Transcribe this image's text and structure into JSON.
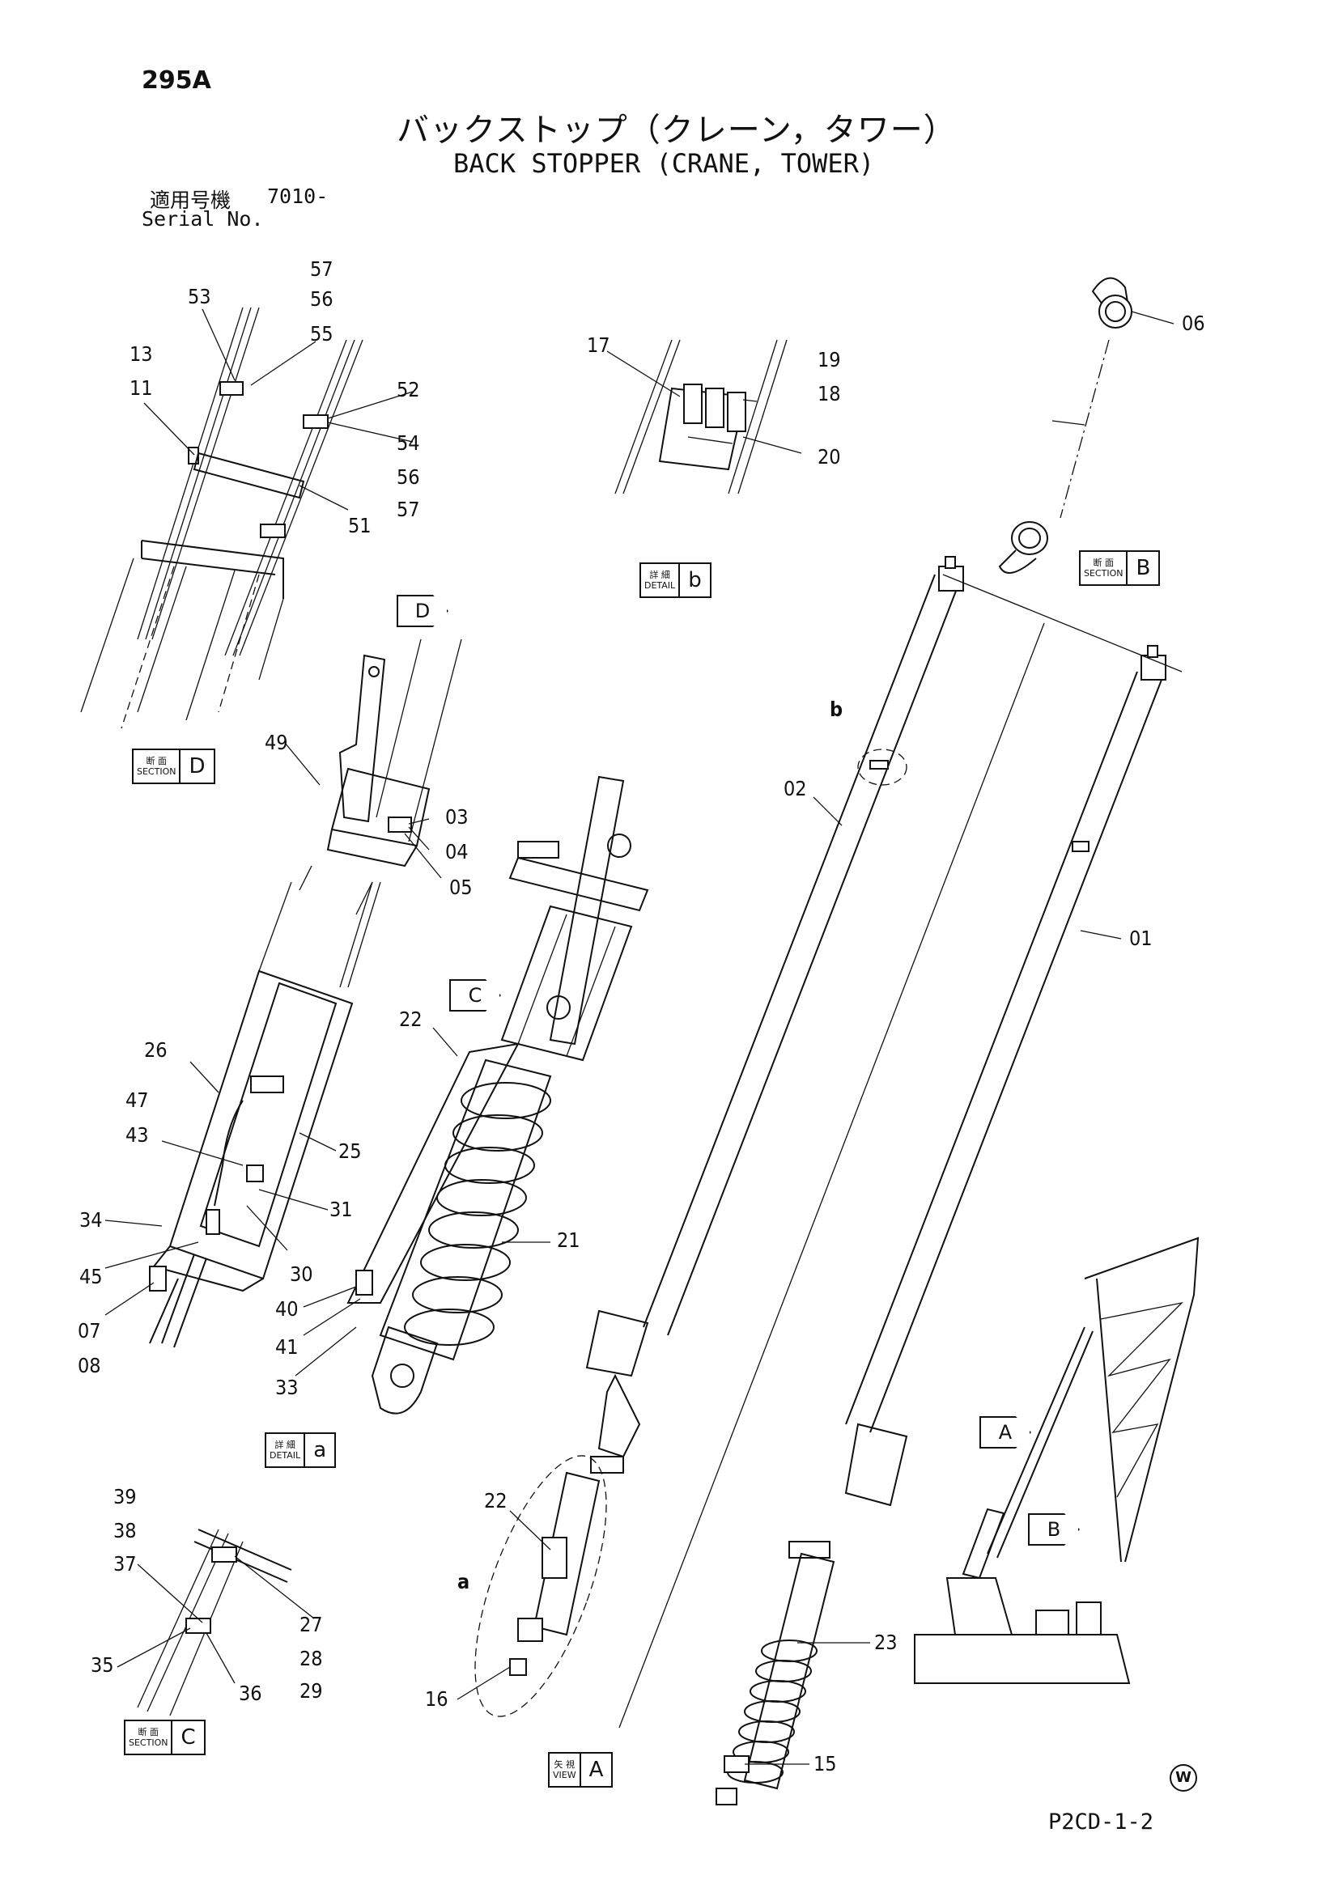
{
  "page_number": "295A",
  "title_jp": "バックストップ（クレーン，タワー）",
  "title_en": "BACK STOPPER (CRANE,  TOWER)",
  "serial_label_jp": "適用号機",
  "serial_label_en": "Serial No.",
  "serial_value": "7010-",
  "drawing_code": "P2CD-1-2",
  "watermark": "W",
  "section_tags": [
    {
      "id": "section-d",
      "small_jp": "断 面",
      "small_en": "SECTION",
      "letter": "D"
    },
    {
      "id": "section-b",
      "small_jp": "断 面",
      "small_en": "SECTION",
      "letter": "B"
    },
    {
      "id": "section-c",
      "small_jp": "断 面",
      "small_en": "SECTION",
      "letter": "C"
    },
    {
      "id": "detail-a",
      "small_jp": "詳 細",
      "small_en": "DETAIL",
      "letter": "a"
    },
    {
      "id": "detail-b",
      "small_jp": "詳 細",
      "small_en": "DETAIL",
      "letter": "b"
    },
    {
      "id": "view-a",
      "small_jp": "矢 視",
      "small_en": "VIEW",
      "letter": "A"
    }
  ],
  "view_markers": [
    "D",
    "C",
    "A",
    "B"
  ],
  "detail_markers": [
    "b",
    "a"
  ],
  "callouts": [
    "57",
    "56",
    "55",
    "53",
    "13",
    "11",
    "52",
    "54",
    "56",
    "57",
    "51",
    "17",
    "19",
    "18",
    "20",
    "06",
    "49",
    "03",
    "04",
    "05",
    "02",
    "01",
    "26",
    "47",
    "43",
    "25",
    "31",
    "34",
    "45",
    "30",
    "07",
    "08",
    "40",
    "41",
    "33",
    "22",
    "21",
    "22",
    "16",
    "23",
    "15",
    "39",
    "38",
    "37",
    "27",
    "28",
    "29",
    "35",
    "36"
  ]
}
